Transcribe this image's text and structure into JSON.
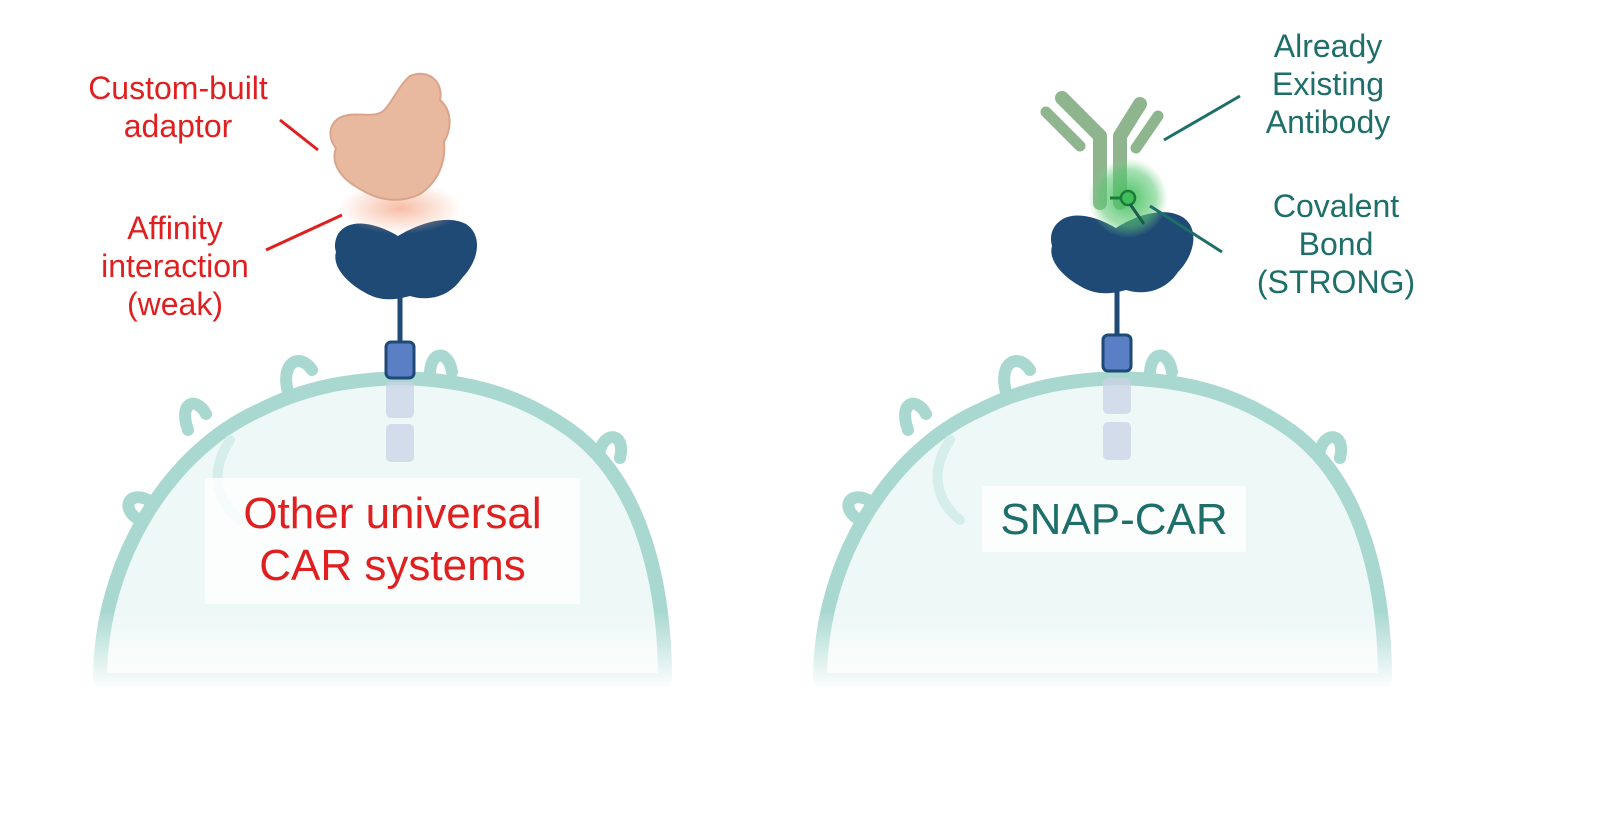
{
  "left": {
    "adaptor_label": "Custom-built\nadaptor",
    "interaction_label": "Affinity\ninteraction\n(weak)",
    "system_label": "Other universal\nCAR systems",
    "label_color": "#e02020"
  },
  "right": {
    "antibody_label": "Already\nExisting\nAntibody",
    "bond_label": "Covalent\nBond\n(STRONG)",
    "system_label": "SNAP-CAR",
    "label_color": "#1e6e6a"
  },
  "colors": {
    "receptor": "#1f4a75",
    "stalk": "#5b7fc4",
    "cell_outline": "#a8d8d0",
    "adaptor": "#e9b99f",
    "antibody": "#8fb58f",
    "bond_glow": "#4cbf6a"
  },
  "icons": [
    "t-cell-icon",
    "car-receptor-icon",
    "adaptor-protein-icon",
    "antibody-icon",
    "covalent-bond-icon"
  ]
}
